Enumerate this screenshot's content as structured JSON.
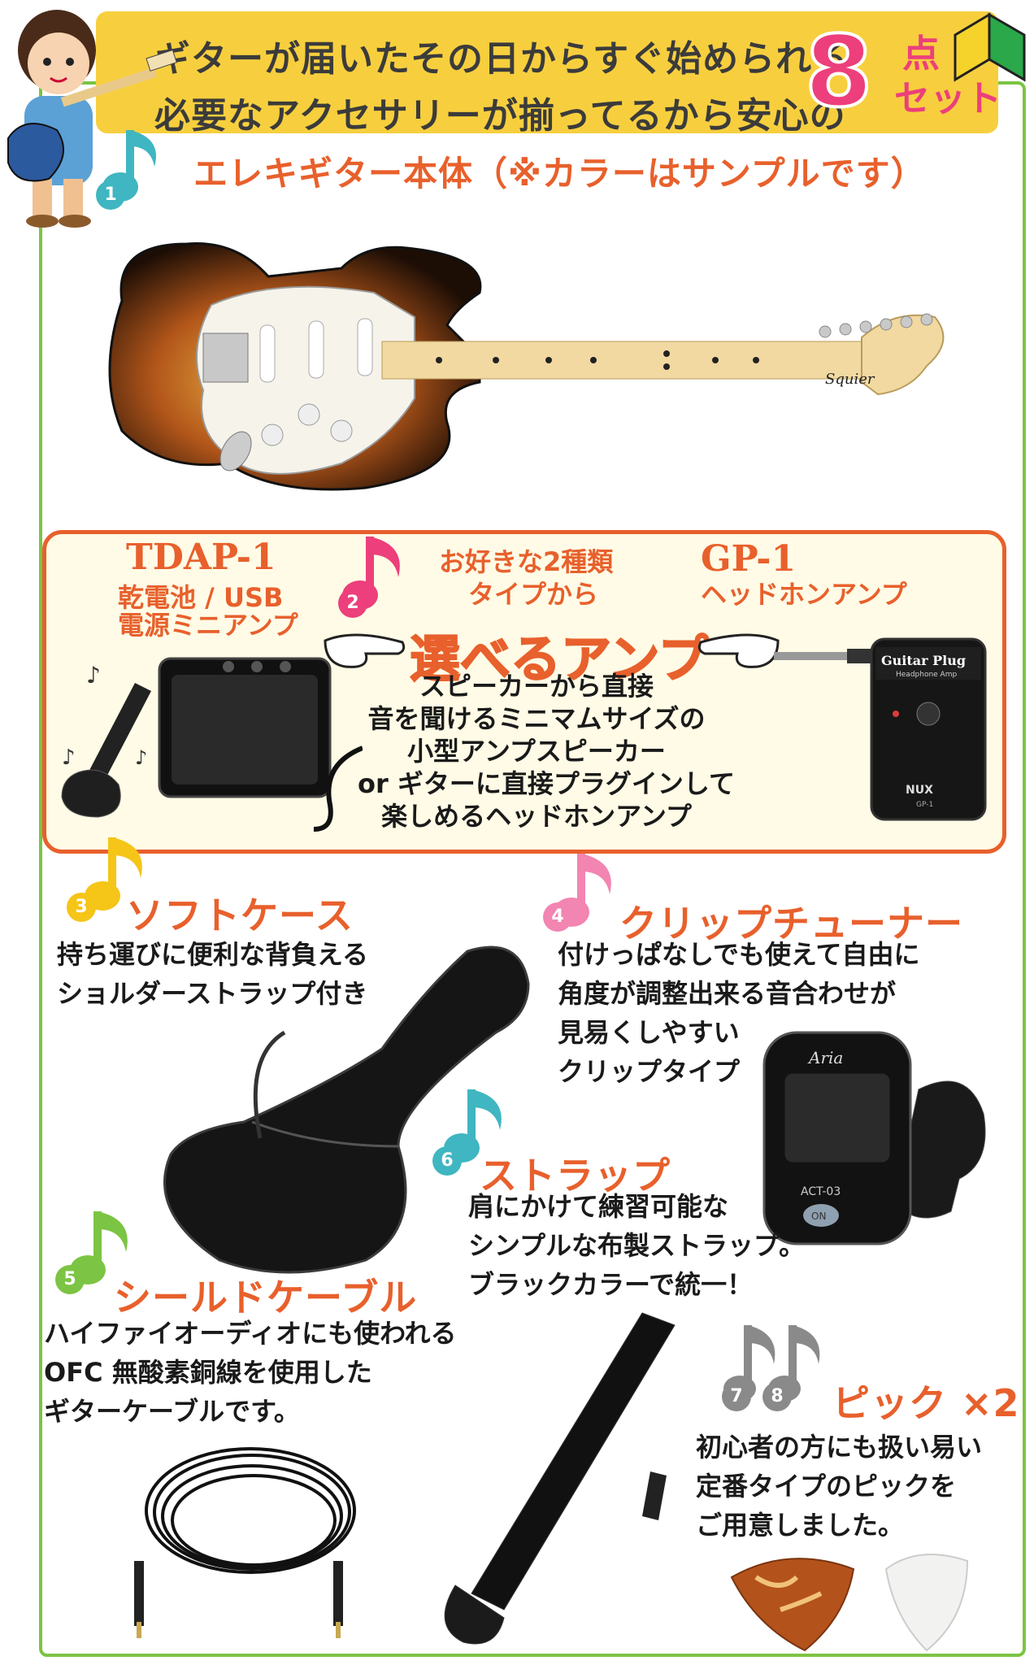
{
  "banner": {
    "line1": "ギターが届いたその日からすぐ始められる",
    "line2": "必要なアクセサリーが揃ってるから安心の",
    "count": "8",
    "count_unit": "点",
    "set_label": "セット"
  },
  "items": {
    "guitar": {
      "number": "1",
      "title": "エレキギター本体（※カラーはサンプルです）",
      "headstock_logo": "Squier"
    },
    "amp": {
      "number": "2",
      "option_a_model": "TDAP-1",
      "option_a_desc_1": "乾電池 / USB",
      "option_a_desc_2": "電源ミニアンプ",
      "option_b_model": "GP-1",
      "option_b_desc": "ヘッドホンアンプ",
      "choice_1": "お好きな2種類",
      "choice_2": "タイプから",
      "headline": "選べるアンプ",
      "center_lines": [
        "スピーカーから直接",
        "音を聞けるミニマムサイズの",
        "小型アンプスピーカー",
        "or ギターに直接プラグインして",
        "楽しめるヘッドホンアンプ"
      ],
      "gp1_label_1": "Guitar Plug",
      "gp1_label_2": "Headphone Amp",
      "gp1_brand": "NUX",
      "gp1_model": "GP-1"
    },
    "softcase": {
      "number": "3",
      "title": "ソフトケース",
      "lines": [
        "持ち運びに便利な背負える",
        "ショルダーストラップ付き"
      ]
    },
    "tuner": {
      "number": "4",
      "title": "クリップチューナー",
      "lines": [
        "付けっぱなしでも使えて自由に",
        "角度が調整出来る音合わせが",
        "見易くしやすい",
        "クリップタイプ"
      ],
      "brand": "Aria",
      "model": "ACT-03",
      "button": "ON"
    },
    "cable": {
      "number": "5",
      "title": "シールドケーブル",
      "lines": [
        "ハイファイオーディオにも使われる",
        "OFC 無酸素銅線を使用した",
        "ギターケーブルです。"
      ]
    },
    "strap": {
      "number": "6",
      "title": "ストラップ",
      "lines": [
        "肩にかけて練習可能な",
        "シンプルな布製ストラップ。",
        "ブラックカラーで統一！"
      ]
    },
    "picks": {
      "number_a": "7",
      "number_b": "8",
      "title": "ピック ×2",
      "lines": [
        "初心者の方にも扱い易い",
        "定番タイプのピックを",
        "ご用意しました。"
      ]
    }
  },
  "colors": {
    "accent_orange": "#e8602c",
    "banner_yellow": "#f7cf3e",
    "frame_green": "#7cc443",
    "pink": "#ec3f7b"
  }
}
